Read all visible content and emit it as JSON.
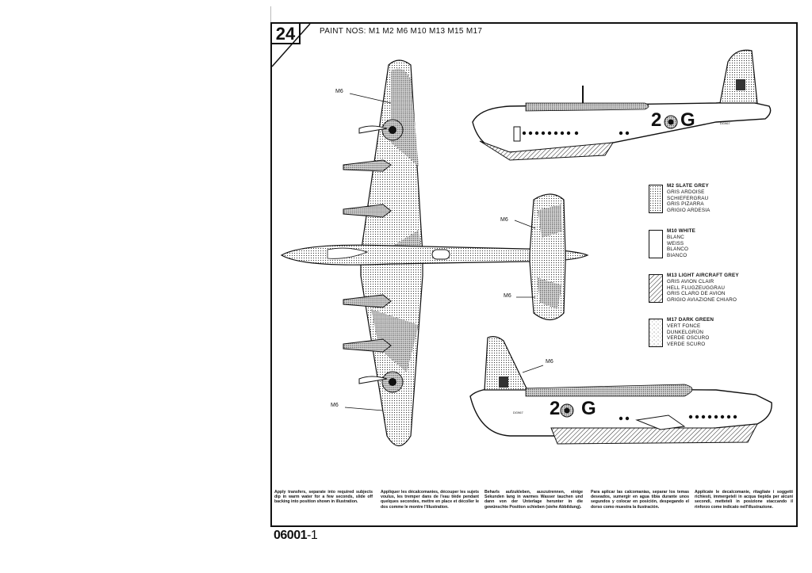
{
  "step_number": "24",
  "paint_nos": "PAINT NOS: M1 M2 M6 M10 M13 M15 M17",
  "callout_label": "M6",
  "code_letters": "2",
  "code_letter_g": "G",
  "serial": "DG967",
  "legend": [
    {
      "code": "M2 SLATE GREY",
      "names": [
        "GRIS ARDOISE",
        "SCHIEFERGRAU",
        "GRIS PIZARRA",
        "GRIGIO ARDESIA"
      ],
      "pattern": "dots"
    },
    {
      "code": "M10 WHITE",
      "names": [
        "BLANC",
        "WEISS",
        "BLANCO",
        "BIANCO"
      ],
      "pattern": "white"
    },
    {
      "code": "M13 LIGHT AIRCRAFT GREY",
      "names": [
        "GRIS AVION CLAIR",
        "HELL FLUGZEUGGRAU",
        "GRIS CLARO DE AVION",
        "GRIGIO AVIAZIONE CHIARO"
      ],
      "pattern": "hatch"
    },
    {
      "code": "M17 DARK GREEN",
      "names": [
        "VERT FONCE",
        "DUNKELGRÜN",
        "VERDE OSCURO",
        "VERDE SCURO"
      ],
      "pattern": "speckle"
    }
  ],
  "instructions": [
    "Apply transfers, separate into required subjects dip in warm water for a few seconds, slide off backing into position shown in illustration.",
    "Appliquer les décalcomanies, découper les sujets voulus, les tremper dans de l'eau tiède pendant quelques secondes, mettre en place et décoller le dos comme le montre l'illustration.",
    "Beharls aufzukleben, auszutrennen, einige Sekunden lang in warmes Wasser tauchen und dann von der Unterlage herunter in die gewünschte Position schieben (siehe Abbildung).",
    "Para aplicar las calcomanías, separar los temas deseados, sumergir en agua tibia durante unos segundos y colocar en posición, despegando el dorso como muestra la ilustración.",
    "Applicate le decalcomanie, ritagliate i soggetti richiesti, immergeteli in acqua tiepida per alcuni secondi, metteteli in posizione staccando il rinforzo come indicato nell'illustrazione."
  ],
  "doc_number": "06001",
  "doc_suffix": "-1"
}
